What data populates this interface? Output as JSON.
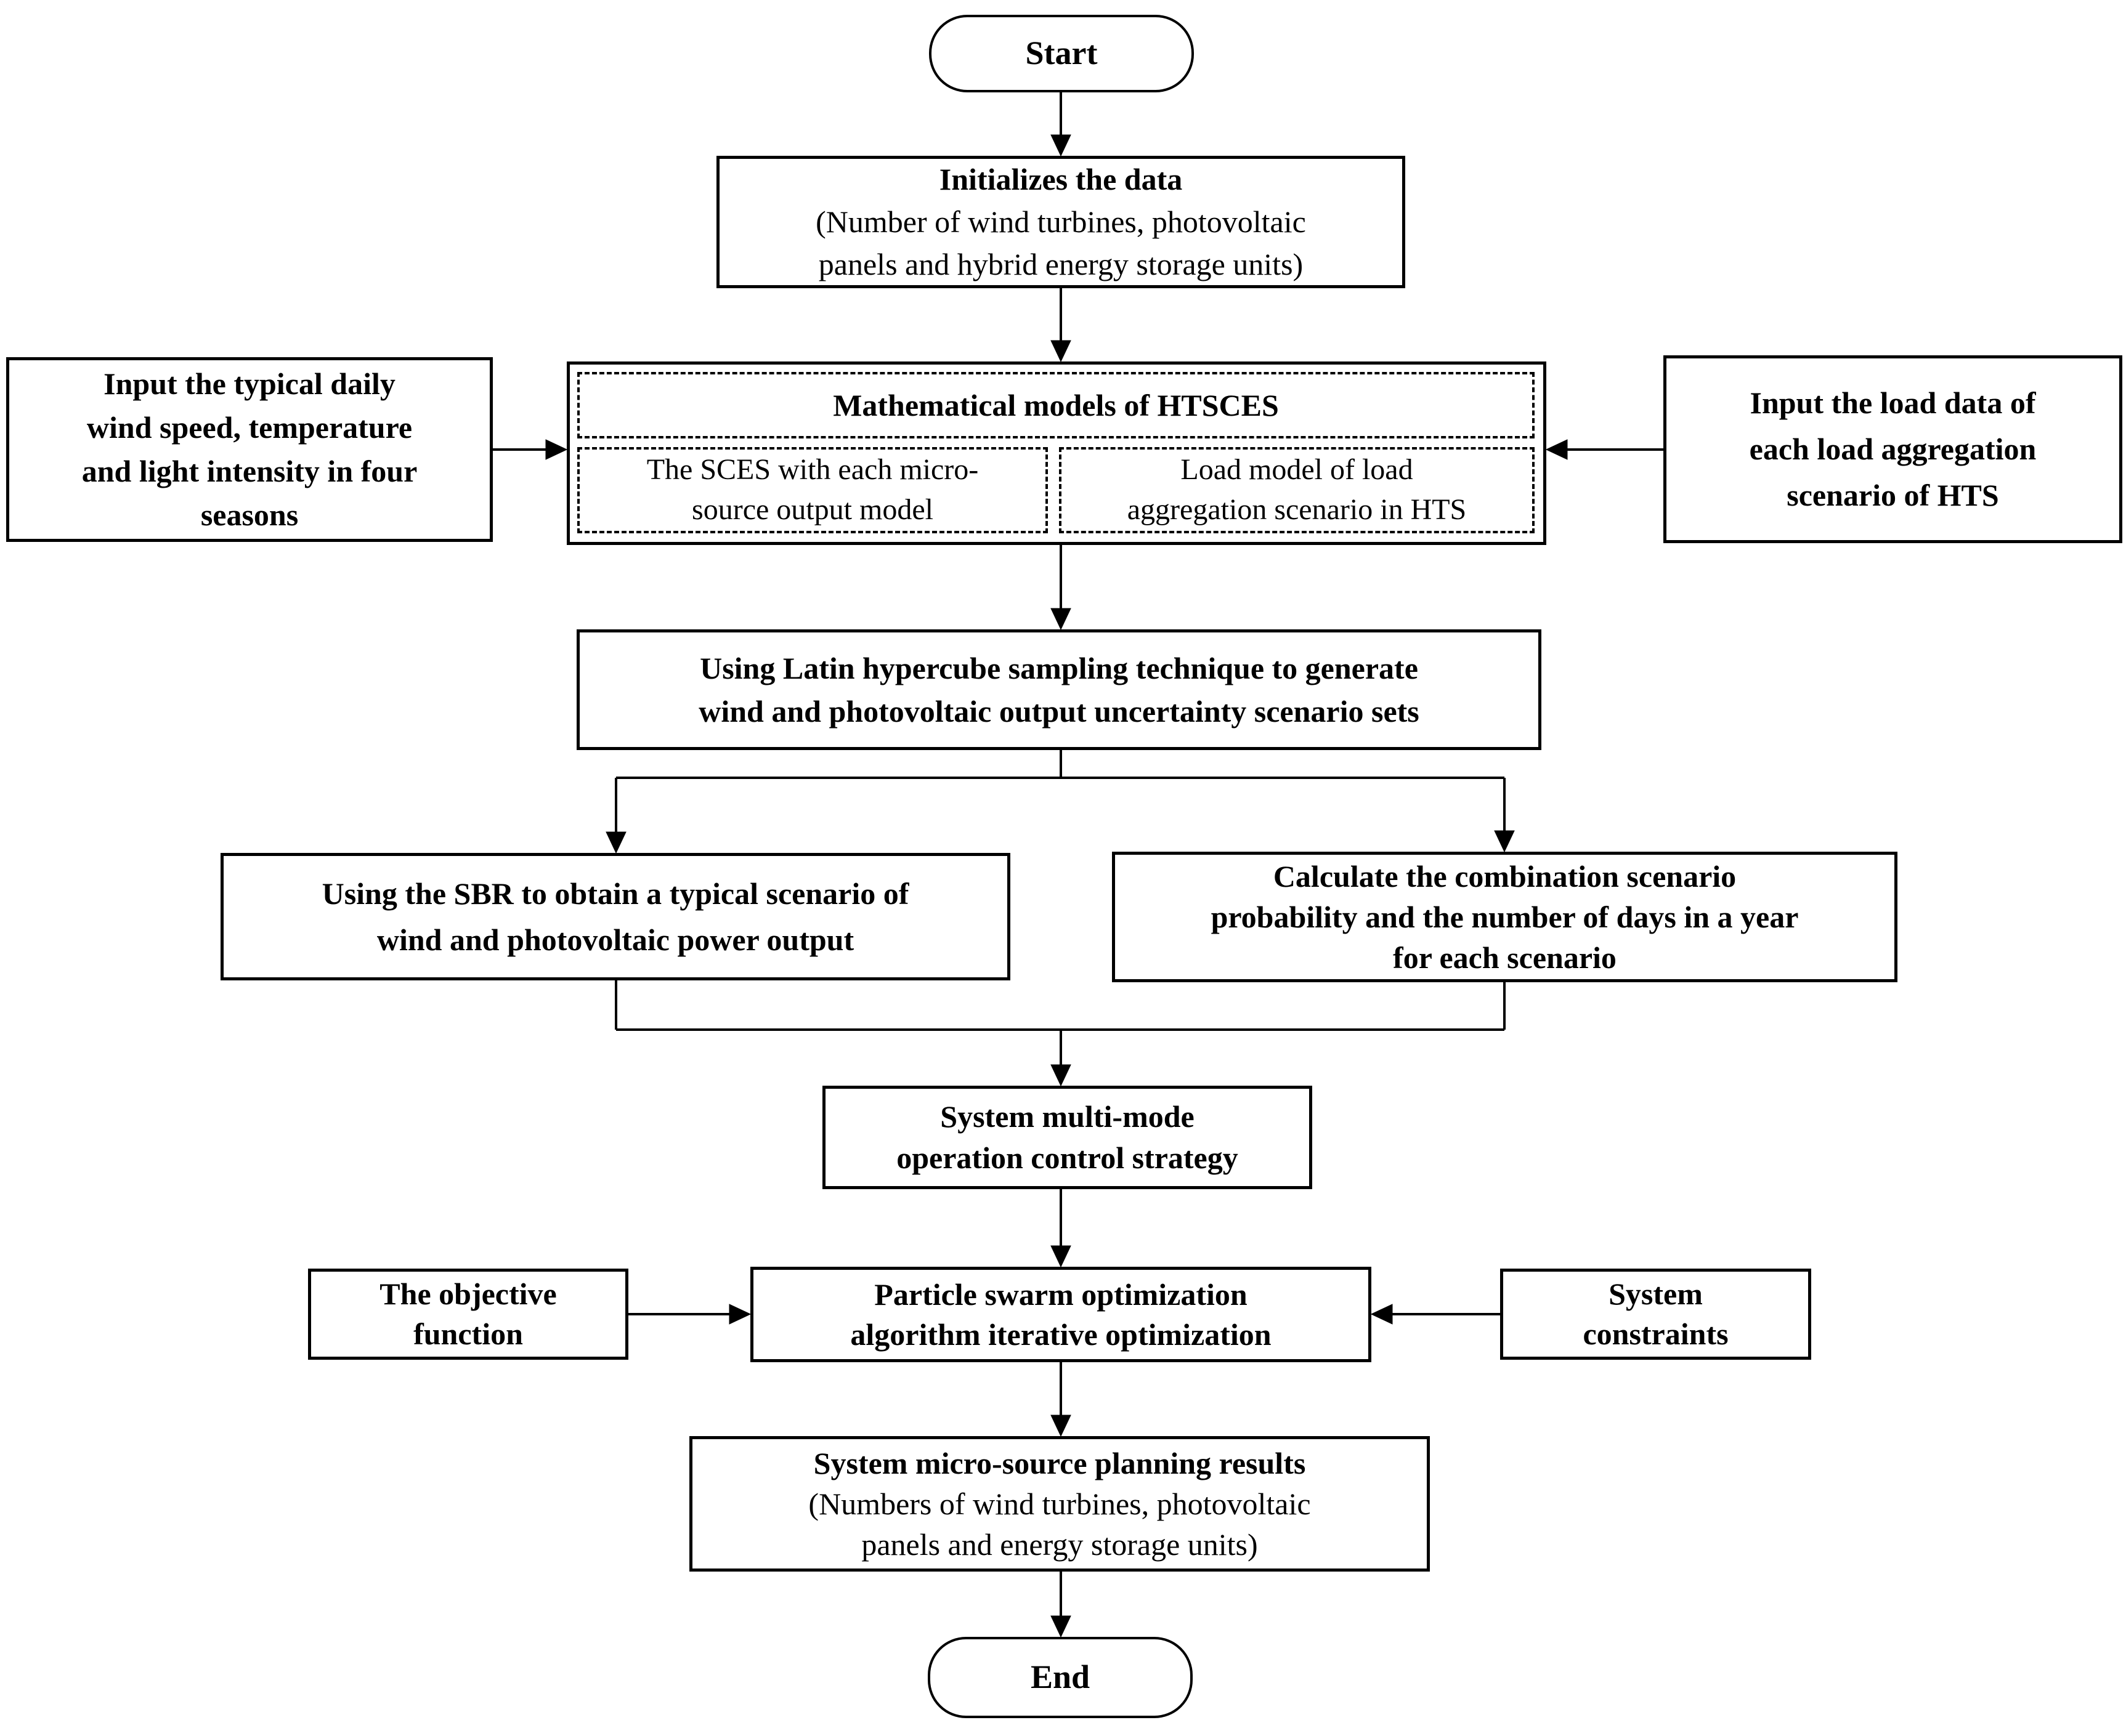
{
  "nodes": {
    "start": {
      "label": "Start"
    },
    "initialize": {
      "title": "Initializes the data",
      "body": [
        "(Number of wind turbines, photovoltaic",
        "panels and hybrid energy storage units)"
      ]
    },
    "input_weather": {
      "label": [
        "Input the typical daily",
        "wind speed, temperature",
        "and light intensity in four",
        "seasons"
      ]
    },
    "math_models": {
      "title": "Mathematical models of HTSCES",
      "sces_model": [
        "The SCES with each micro-",
        "source output model"
      ],
      "load_model": [
        "Load model of load",
        "aggregation scenario in HTS"
      ]
    },
    "input_load": {
      "label": [
        "Input the load data of",
        "each load aggregation",
        "scenario of HTS"
      ]
    },
    "latin_hypercube": {
      "label": [
        "Using Latin hypercube sampling technique to generate",
        "wind and photovoltaic output uncertainty scenario sets"
      ]
    },
    "sbr_typical_scenario": {
      "label": [
        "Using the SBR to obtain a typical scenario of",
        "wind and photovoltaic power output"
      ]
    },
    "combination_probability": {
      "label": [
        "Calculate the combination scenario",
        "probability and the number of days in a year",
        "for each scenario"
      ]
    },
    "multi_mode_strategy": {
      "label": [
        "System multi-mode",
        "operation control strategy"
      ]
    },
    "objective_function": {
      "label": [
        "The objective",
        "function"
      ]
    },
    "pso": {
      "label": [
        "Particle swarm optimization",
        "algorithm iterative optimization"
      ]
    },
    "system_constraints": {
      "label": [
        "System",
        "constraints"
      ]
    },
    "planning_results": {
      "title": "System micro-source planning results",
      "body": [
        "(Numbers of wind turbines, photovoltaic",
        "panels and energy storage units)"
      ]
    },
    "end": {
      "label": "End"
    }
  },
  "colors": {
    "line": "#000000",
    "box_border": "#000000",
    "box_fill": "#ffffff",
    "text": "#000000",
    "background": "#ffffff"
  }
}
